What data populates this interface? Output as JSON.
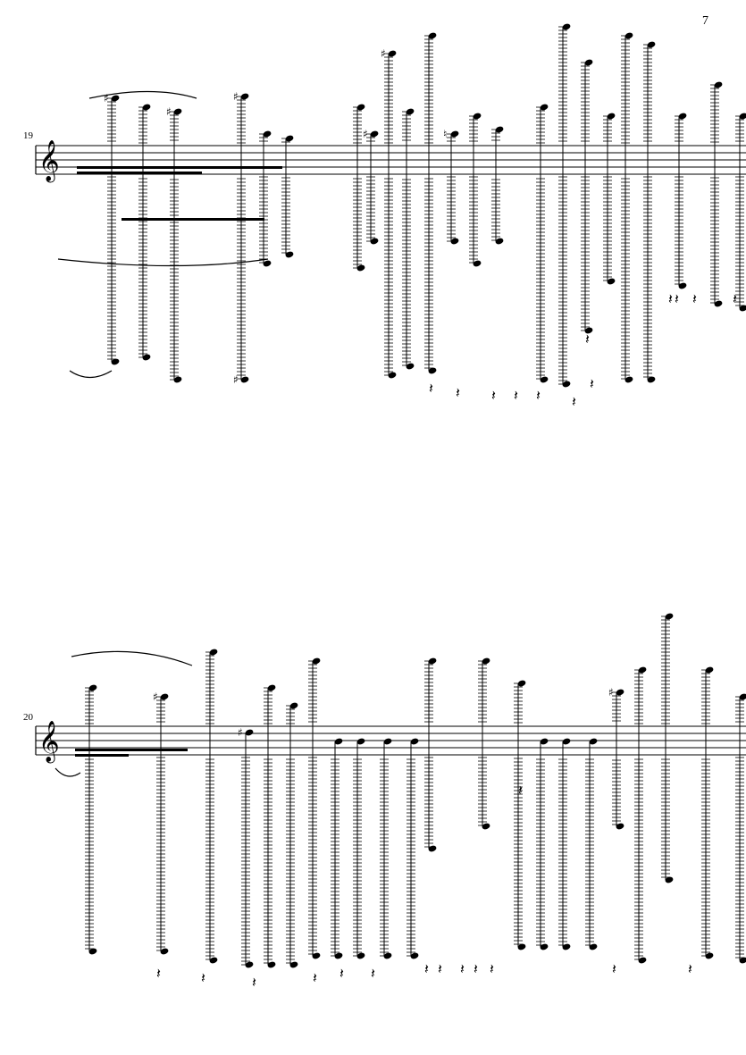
{
  "page": {
    "number": "7"
  },
  "systems": [
    {
      "measure_number": "19",
      "clef": "treble"
    },
    {
      "measure_number": "20",
      "clef": "treble"
    }
  ],
  "colors": {
    "ink": "#000000",
    "paper": "#ffffff"
  }
}
